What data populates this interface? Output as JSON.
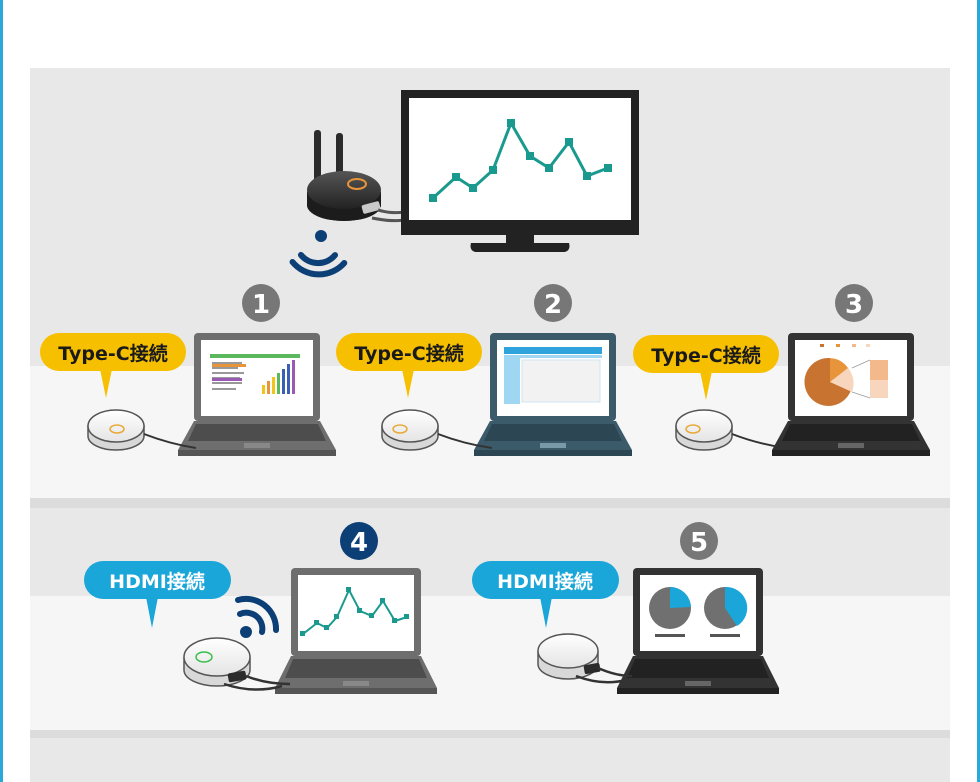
{
  "connections": [
    {
      "number": "1",
      "label": "Type-C接続"
    },
    {
      "number": "2",
      "label": "Type-C接続"
    },
    {
      "number": "3",
      "label": "Type-C接続"
    },
    {
      "number": "4",
      "label": "HDMI接続"
    },
    {
      "number": "5",
      "label": "HDMI接続"
    }
  ],
  "colors": {
    "frame": "#29a9d8",
    "typec_callout": "#f6c000",
    "hdmi_callout": "#1aa6d8",
    "number_badge_gray": "#777777",
    "number_badge_active": "#0b3f76",
    "chart_line": "#1a9a8e",
    "wifi": "#0b3f76"
  },
  "icons": [
    "wireless-receiver-icon",
    "monitor-icon",
    "wifi-icon",
    "laptop-icon",
    "dongle-icon"
  ]
}
